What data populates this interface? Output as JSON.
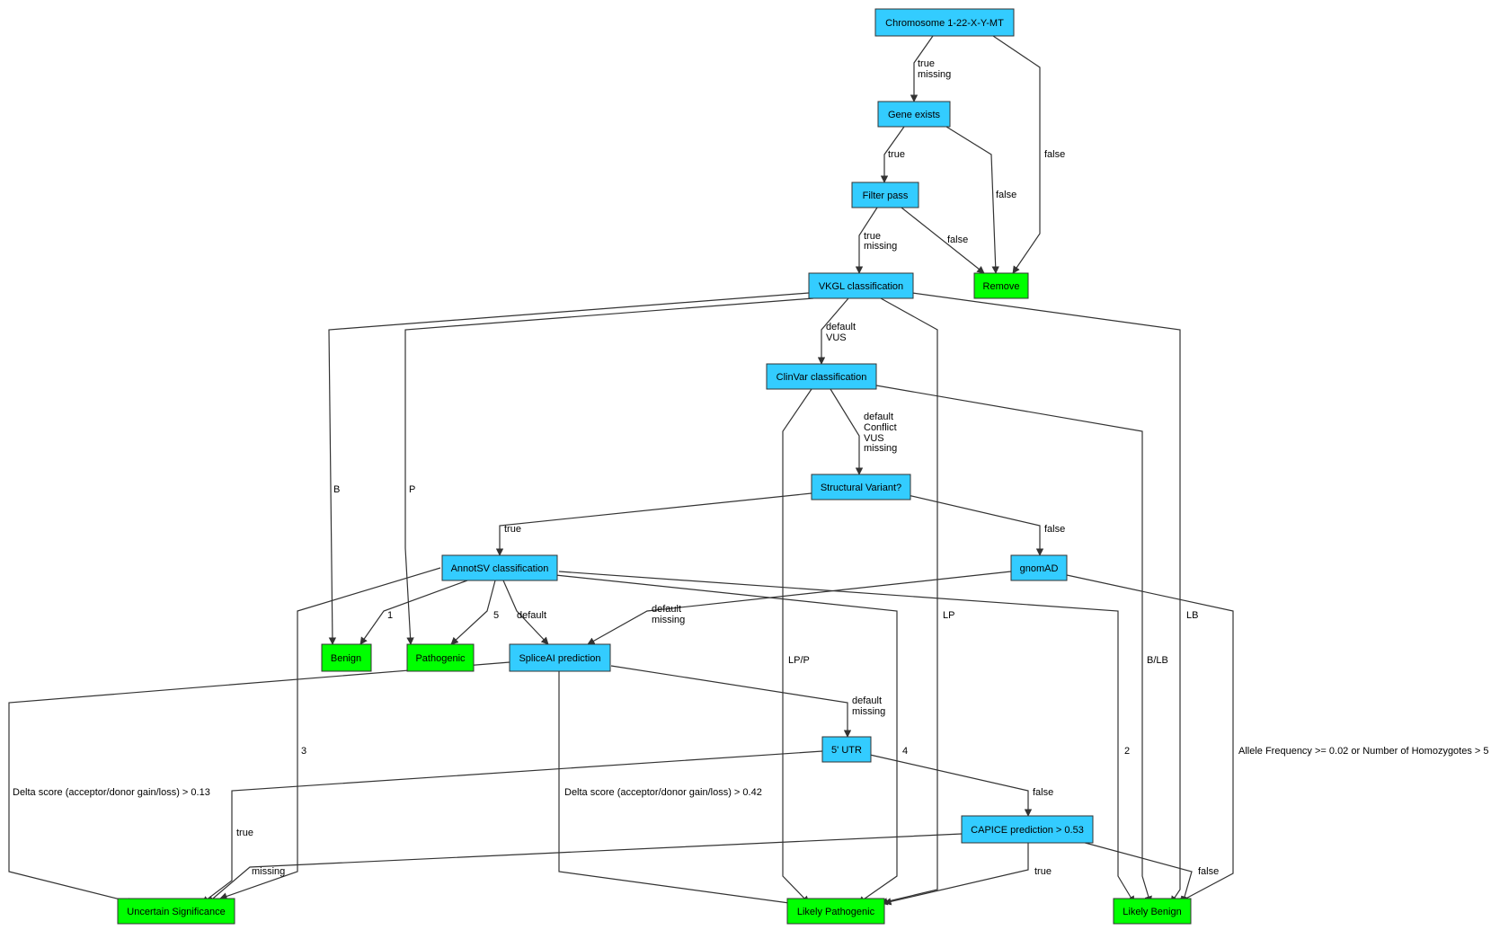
{
  "colors": {
    "decision_node": "#33ccff",
    "leaf_node": "#00ff00",
    "edge": "#333333",
    "text": "#000000"
  },
  "nodes": {
    "chrom": "Chromosome 1-22-X-Y-MT",
    "gene": "Gene exists",
    "filter": "Filter pass",
    "vkgl": "VKGL classification",
    "remove": "Remove",
    "clinvar": "ClinVar classification",
    "sv": "Structural Variant?",
    "annotsv": "AnnotSV classification",
    "gnomad": "gnomAD",
    "benign": "Benign",
    "pathogenic": "Pathogenic",
    "spliceai": "SpliceAI prediction",
    "utr5": "5' UTR",
    "capice": "CAPICE prediction > 0.53",
    "vus": "Uncertain Significance",
    "lp": "Likely Pathogenic",
    "lb": "Likely Benign"
  },
  "edges": {
    "chrom_gene": [
      "true",
      "missing"
    ],
    "chrom_remove": [
      "false"
    ],
    "gene_filter": [
      "true"
    ],
    "gene_remove": [
      "false"
    ],
    "filter_vkgl": [
      "true",
      "missing"
    ],
    "filter_remove": [
      "false"
    ],
    "vkgl_clinvar": [
      "default",
      "VUS"
    ],
    "vkgl_benign": [
      "B"
    ],
    "vkgl_pathogenic": [
      "P"
    ],
    "vkgl_lp": [
      "LP"
    ],
    "vkgl_lb": [
      "LB"
    ],
    "clinvar_sv": [
      "default",
      "Conflict",
      "VUS",
      "missing"
    ],
    "clinvar_lp": [
      "LP/P"
    ],
    "clinvar_lb": [
      "B/LB"
    ],
    "sv_annotsv": [
      "true"
    ],
    "sv_gnomad": [
      "false"
    ],
    "annotsv_benign": [
      "1"
    ],
    "annotsv_pathogenic": [
      "5"
    ],
    "annotsv_spliceai": [
      "default"
    ],
    "annotsv_vus": [
      "3"
    ],
    "annotsv_lp": [
      "4"
    ],
    "annotsv_lb": [
      "2"
    ],
    "gnomad_spliceai": [
      "default",
      "missing"
    ],
    "gnomad_lb": [
      "Allele Frequency >= 0.02 or Number of Homozygotes > 5"
    ],
    "spliceai_vus": [
      "Delta score (acceptor/donor gain/loss) > 0.13"
    ],
    "spliceai_lp": [
      "Delta score (acceptor/donor gain/loss) > 0.42"
    ],
    "spliceai_utr5": [
      "default",
      "missing"
    ],
    "utr5_vus": [
      "true"
    ],
    "utr5_capice": [
      "false"
    ],
    "capice_lp": [
      "true"
    ],
    "capice_lb": [
      "false"
    ],
    "capice_vus": [
      "missing"
    ]
  }
}
